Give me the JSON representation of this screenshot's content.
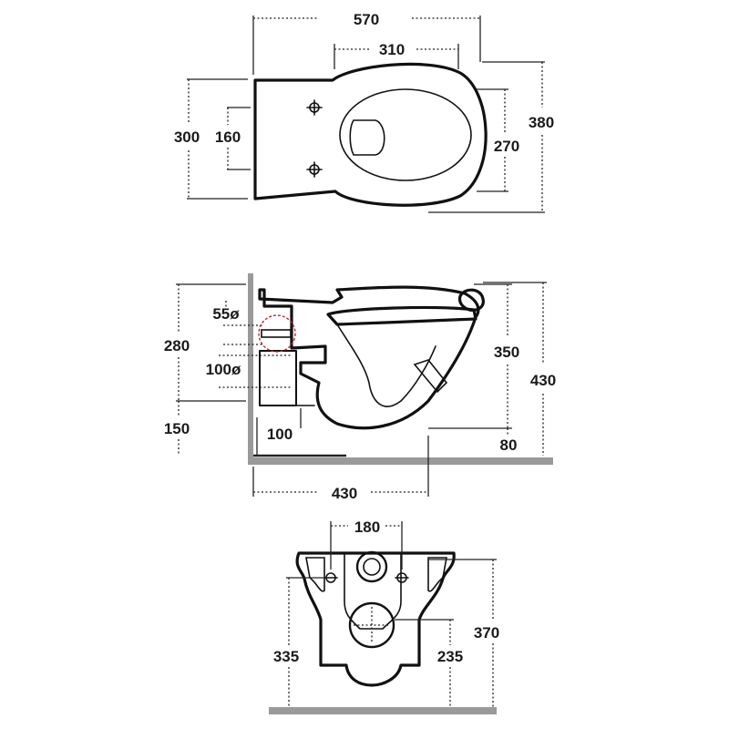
{
  "top_view": {
    "width_total": "570",
    "bowl_length": "310",
    "width_back": "300",
    "fixing_spacing": "160",
    "bowl_inner": "270",
    "depth_total": "380"
  },
  "side_view": {
    "supply_diameter": "55ø",
    "height_inlet": "280",
    "outlet_diameter": "100ø",
    "outlet_height": "150",
    "outlet_offset": "100",
    "rim_height": "350",
    "total_height": "430",
    "floor_gap": "80",
    "projection": "430"
  },
  "front_view": {
    "fixing_width": "180",
    "mount_height": "370",
    "outlet_center_height": "235",
    "fixing_center_height": "335"
  },
  "colors": {
    "line": "#111111",
    "floor": "#9a9a9a",
    "detail_circle": "#c0282d"
  }
}
